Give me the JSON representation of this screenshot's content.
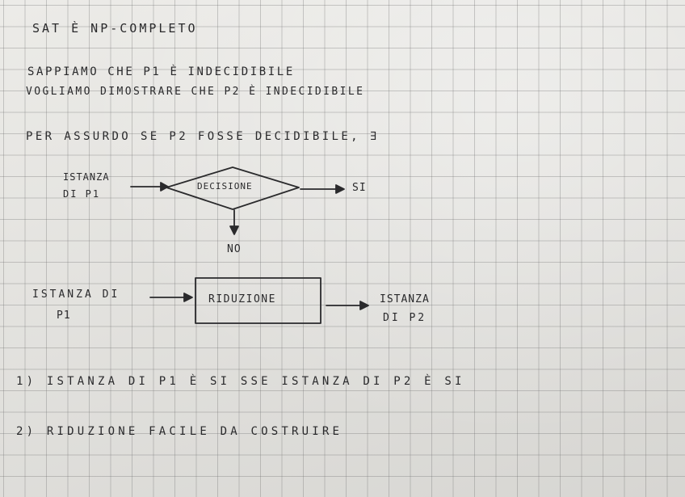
{
  "notes": {
    "title": "SAT È NP-COMPLETO",
    "line1": "SAPPIAMO CHE P1 È INDECIDIBILE",
    "line2": "VOGLIAMO DIMOSTRARE CHE P2 È INDECIDIBILE",
    "line3": "PER ASSURDO SE P2 FOSSE DECIDIBILE, ∃"
  },
  "decision_diagram": {
    "input_label_1": "ISTANZA",
    "input_label_2": "DI P1",
    "box_label": "DECISIONE",
    "yes_label": "SI",
    "no_label": "NO"
  },
  "reduction_diagram": {
    "input_label_1": "ISTANZA DI",
    "input_label_2": "P1",
    "box_label": "RIDUZIONE",
    "output_label_1": "ISTANZA",
    "output_label_2": "DI P2"
  },
  "conditions": {
    "item1": "1) ISTANZA DI P1 È SI SSE ISTANZA DI P2 È SI",
    "item2": "2) RIDUZIONE FACILE DA COSTRUIRE"
  }
}
